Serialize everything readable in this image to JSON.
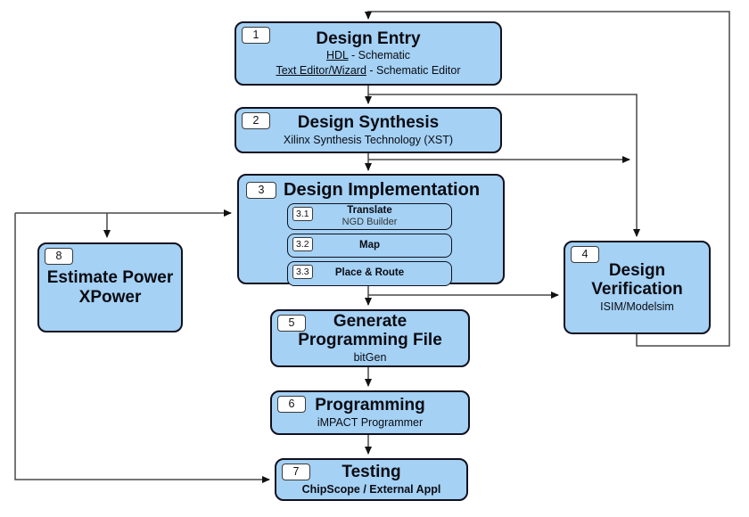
{
  "colors": {
    "box_fill": "#a4d1f4",
    "box_border": "#10101e",
    "connector": "#484848",
    "arrowhead": "#111111",
    "badge_fill": "#ffffff",
    "text": "#0b0b12"
  },
  "boxes": {
    "design_entry": {
      "badge": "1",
      "title": "Design Entry",
      "line1_underlined": "HDL",
      "line1_rest": " - Schematic",
      "line2_underlined": "Text Editor/Wizard",
      "line2_rest": " - Schematic Editor"
    },
    "design_synthesis": {
      "badge": "2",
      "title": "Design Synthesis",
      "subtitle": "Xilinx Synthesis Technology (XST)"
    },
    "design_implementation": {
      "badge": "3",
      "title": "Design Implementation",
      "steps": [
        {
          "badge": "3.1",
          "title": "Translate",
          "subtitle": "NGD Builder"
        },
        {
          "badge": "3.2",
          "title": "Map",
          "subtitle": ""
        },
        {
          "badge": "3.3",
          "title": "Place & Route",
          "subtitle": ""
        }
      ]
    },
    "design_verification": {
      "badge": "4",
      "title_line1": "Design",
      "title_line2": "Verification",
      "subtitle": "ISIM/Modelsim"
    },
    "generate_programming_file": {
      "badge": "5",
      "title_line1": "Generate",
      "title_line2": "Programming File",
      "subtitle": "bitGen"
    },
    "programming": {
      "badge": "6",
      "title": "Programming",
      "subtitle": "iMPACT Programmer"
    },
    "testing": {
      "badge": "7",
      "title": "Testing",
      "subtitle": "ChipScope / External Appl"
    },
    "estimate_power": {
      "badge": "8",
      "title_line1": "Estimate Power",
      "title_line2": "XPower"
    }
  }
}
